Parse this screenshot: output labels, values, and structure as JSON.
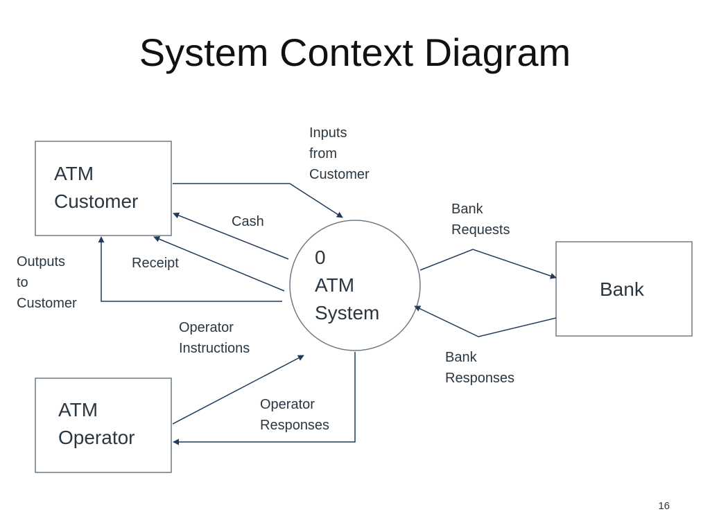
{
  "slide": {
    "title": "System Context Diagram",
    "page_number": "16"
  },
  "nodes": {
    "customer": "ATM\nCustomer",
    "operator": "ATM\nOperator",
    "bank": "Bank",
    "system": "0\nATM\nSystem"
  },
  "flows": {
    "inputs_from_customer": "Inputs\nfrom\nCustomer",
    "cash": "Cash",
    "receipt": "Receipt",
    "outputs_to_customer": "Outputs\nto\nCustomer",
    "operator_instructions": "Operator\nInstructions",
    "operator_responses": "Operator\nResponses",
    "bank_requests": "Bank\nRequests",
    "bank_responses": "Bank\nResponses"
  },
  "colors": {
    "line": "#1f3a5a",
    "border": "#6b7a86"
  }
}
